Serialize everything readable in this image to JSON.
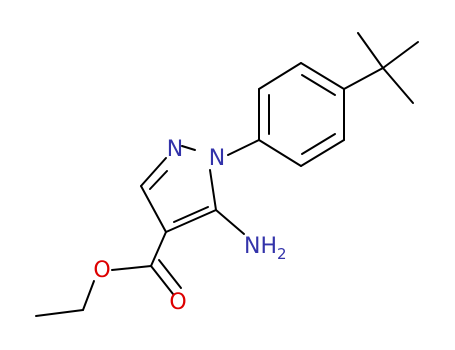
{
  "molecule": {
    "atoms": {
      "n2": "N",
      "n1": "N",
      "nh2": "NH",
      "nh2_sub": "2",
      "o_ester": "O",
      "o_carbonyl": "O"
    },
    "colors": {
      "bond": "#000000",
      "nitrogen": "#3333aa",
      "oxygen": "#dd0000"
    }
  }
}
